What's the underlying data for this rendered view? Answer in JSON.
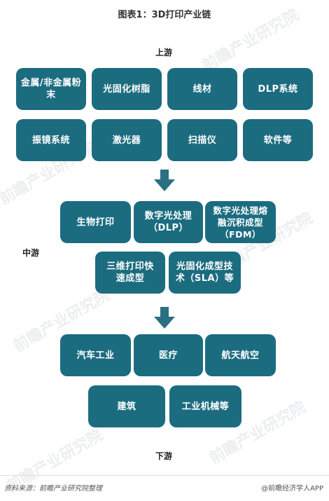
{
  "title": "图表1：3D打印产业链",
  "upstream": {
    "label": "上游",
    "items": [
      "金属/非金属粉末",
      "光固化树脂",
      "线材",
      "DLP系统",
      "振镜系统",
      "激光器",
      "扫描仪",
      "软件等"
    ]
  },
  "midstream": {
    "label": "中游",
    "items": [
      "生物打印",
      "数字光处理（DLP）",
      "数字光处理熔融沉积成型（FDM）",
      "三维打印快速成型",
      "光固化成型技术（SLA）等"
    ]
  },
  "downstream": {
    "label": "下游",
    "items": [
      "汽车工业",
      "医疗",
      "航天航空",
      "建筑",
      "工业机械等"
    ]
  },
  "watermark": "前瞻产业研究院",
  "footer": {
    "source": "资料来源：前瞻产业研究院整理",
    "brand": "@前瞻经济学人APP"
  },
  "colors": {
    "box": "#1c6c80",
    "arrow": "#2a6f82"
  }
}
